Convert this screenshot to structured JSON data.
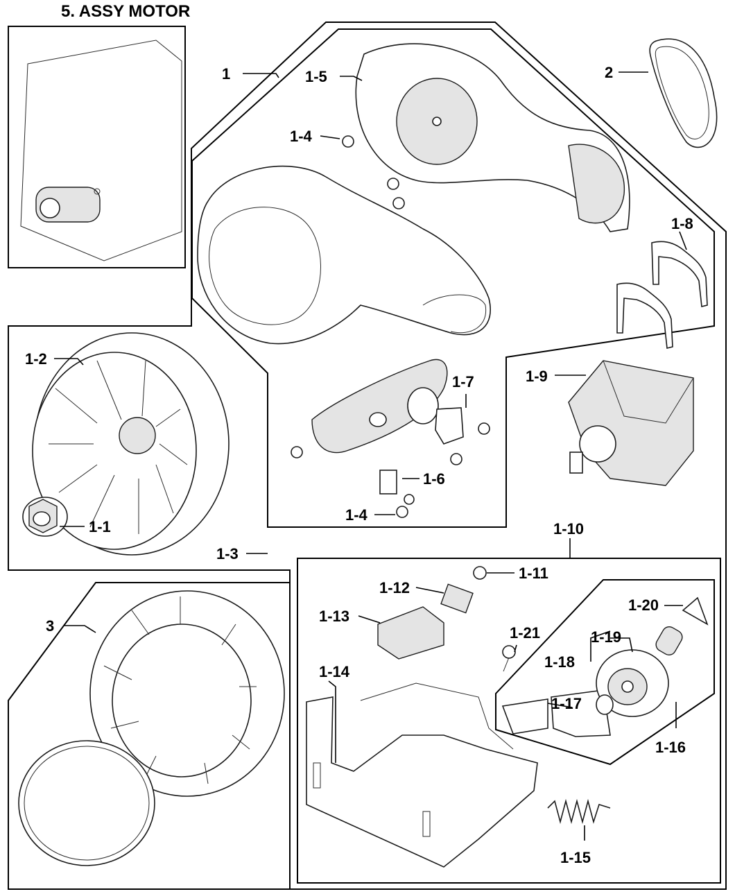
{
  "title": "5. ASSY MOTOR",
  "callouts": {
    "c1": "1",
    "c1_1": "1-1",
    "c1_2": "1-2",
    "c1_3": "1-3",
    "c1_4a": "1-4",
    "c1_4b": "1-4",
    "c1_5": "1-5",
    "c1_6": "1-6",
    "c1_7": "1-7",
    "c1_8": "1-8",
    "c1_9": "1-9",
    "c1_10": "1-10",
    "c1_11": "1-11",
    "c1_12": "1-12",
    "c1_13": "1-13",
    "c1_14": "1-14",
    "c1_15": "1-15",
    "c1_16": "1-16",
    "c1_17": "1-17",
    "c1_18": "1-18",
    "c1_19": "1-19",
    "c1_20": "1-20",
    "c1_21": "1-21",
    "c2": "2",
    "c3": "3"
  }
}
